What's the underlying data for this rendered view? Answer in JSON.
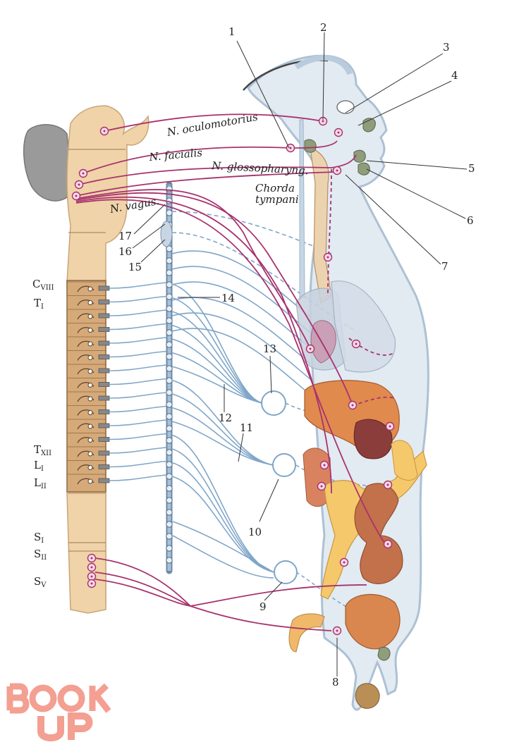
{
  "nerve_labels": {
    "oculomotor": "N. oculomotorius",
    "facial": "N. facialis",
    "glossopharyngeal": "N. glossopharyng.",
    "chorda_line1": "Chorda",
    "chorda_line2": "tympani",
    "vagus": "N. vagus."
  },
  "spinal_segments": {
    "c8_base": "C",
    "c8_sub": "VIII",
    "t1_base": "T",
    "t1_sub": "I",
    "t12_base": "T",
    "t12_sub": "XII",
    "l1_base": "L",
    "l1_sub": "I",
    "l2_base": "L",
    "l2_sub": "II",
    "s1_base": "S",
    "s1_sub": "I",
    "s2_base": "S",
    "s2_sub": "II",
    "s5_base": "S",
    "s5_sub": "V"
  },
  "callouts": [
    "1",
    "2",
    "3",
    "4",
    "5",
    "6",
    "7",
    "8",
    "9",
    "10",
    "11",
    "12",
    "13",
    "14",
    "15",
    "16",
    "17"
  ],
  "watermark": {
    "line1": "BOOK",
    "line2": "UP"
  },
  "colors": {
    "parasympathetic": "#a8326e",
    "sympathetic": "#7fa6c8",
    "spine": "#e8c79a",
    "organ": "#d9874f",
    "body_outline": "#b9cbdc",
    "watermark": "#f07f6e"
  }
}
